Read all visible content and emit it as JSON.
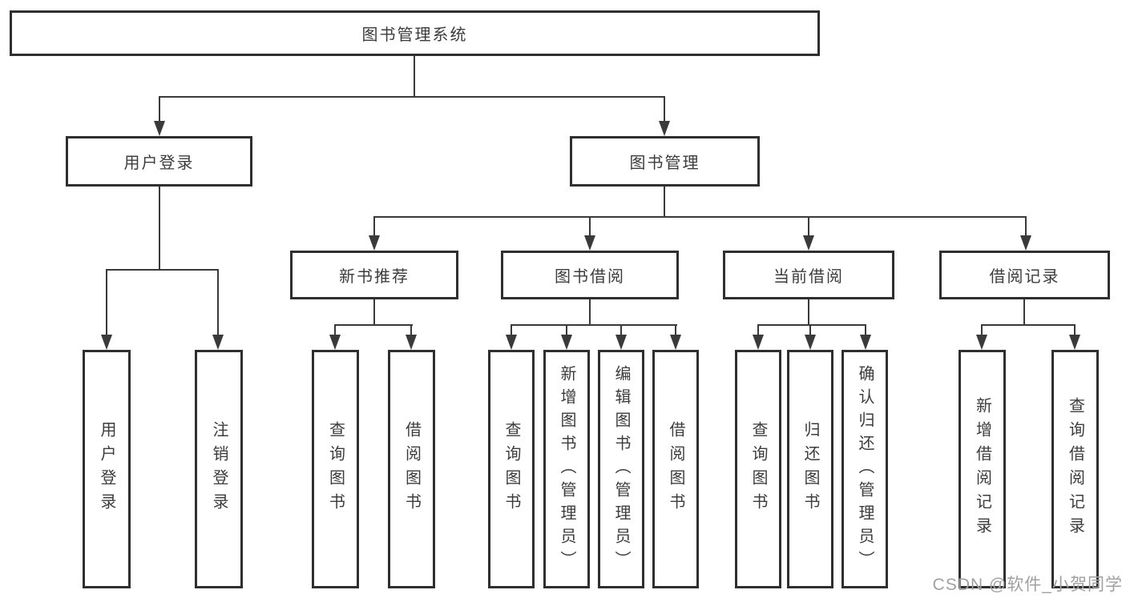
{
  "tree": {
    "root": "图书管理系统",
    "branches": [
      {
        "label": "用户登录",
        "children": [
          "用户登录",
          "注销登录"
        ]
      },
      {
        "label": "图书管理",
        "children": [
          {
            "label": "新书推荐",
            "children": [
              "查询图书",
              "借阅图书"
            ]
          },
          {
            "label": "图书借阅",
            "children": [
              "查询图书",
              "新增图书（管理员）",
              "编辑图书（管理员）",
              "借阅图书"
            ]
          },
          {
            "label": "当前借阅",
            "children": [
              "查询图书",
              "归还图书",
              "确认归还（管理员）"
            ]
          },
          {
            "label": "借阅记录",
            "children": [
              "新增借阅记录",
              "查询借阅记录"
            ]
          }
        ]
      }
    ]
  },
  "watermark": {
    "text": "CSDN @软件_小贺同学"
  },
  "colors": {
    "line": "#3a3a3a",
    "border": "#2f2f2f",
    "text": "#3c3c3c",
    "background": "#ffffff",
    "watermark": "#a0a0a0"
  }
}
